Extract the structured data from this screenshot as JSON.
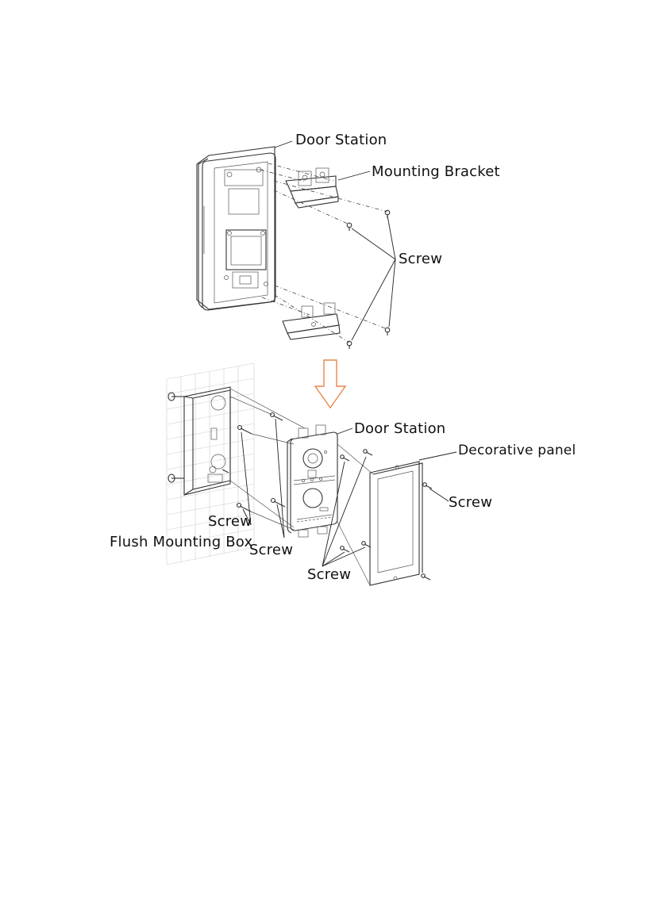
{
  "top_view": {
    "door_station_label": "Door Station",
    "mounting_bracket_label": "Mounting Bracket",
    "screw_label": "Screw"
  },
  "bottom_view": {
    "door_station_label": "Door Station",
    "decorative_panel_label": "Decorative panel",
    "screw_right_label": "Screw",
    "screw_left_upper_label": "Screw",
    "flush_mounting_box_label": "Flush Mounting Box",
    "screw_left_lower_label": "Screw",
    "screw_bottom_label": "Screw"
  },
  "colors": {
    "arrow": "#E8874A",
    "line": "#333333"
  }
}
